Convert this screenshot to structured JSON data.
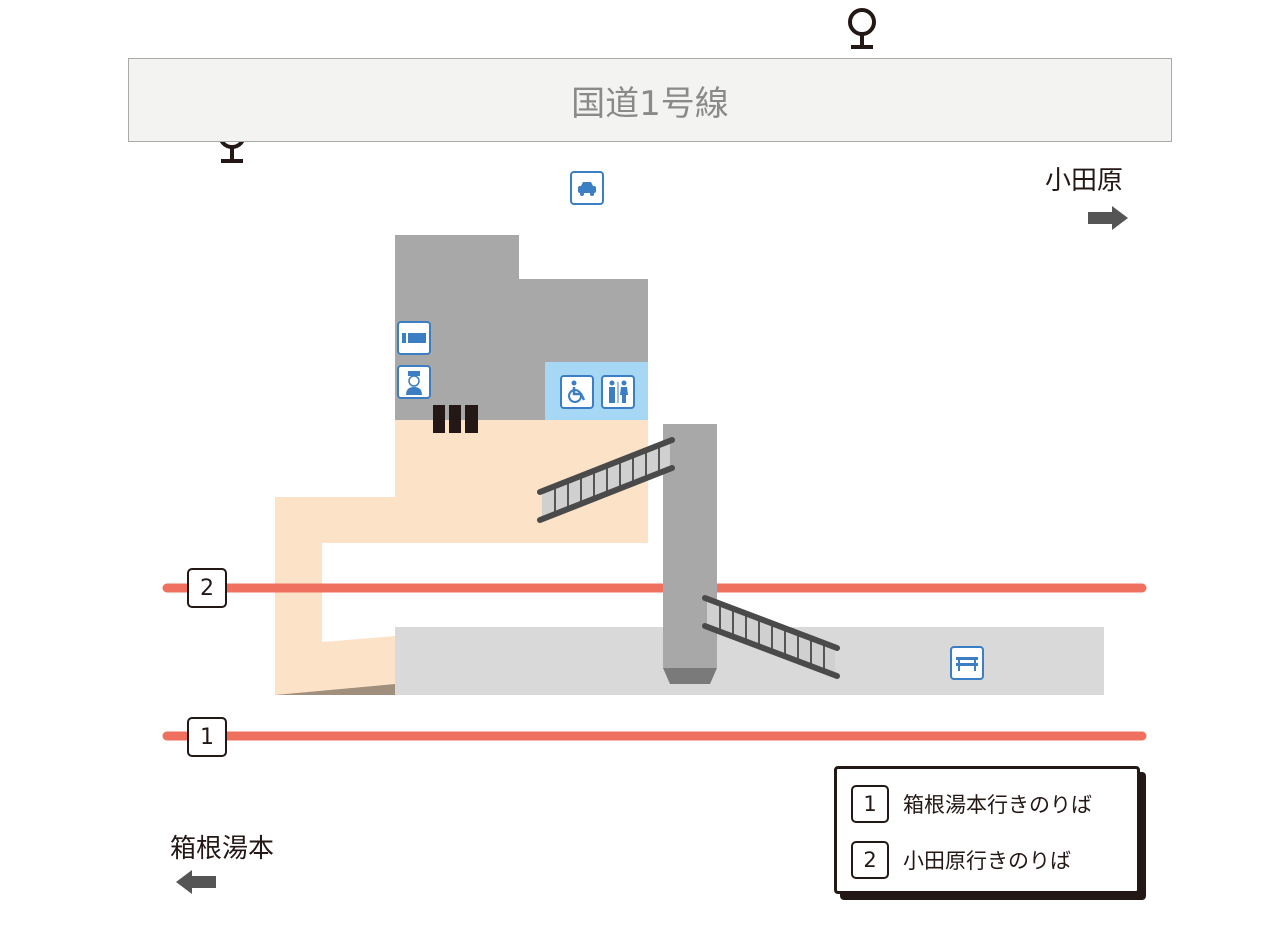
{
  "road": {
    "label": "国道1号線"
  },
  "directions": {
    "east": "小田原",
    "west": "箱根湯本"
  },
  "tracks": [
    {
      "number": "1"
    },
    {
      "number": "2"
    }
  ],
  "legend": [
    {
      "number": "1",
      "label": "箱根湯本行きのりば"
    },
    {
      "number": "2",
      "label": "小田原行きのりば"
    }
  ],
  "icons": [
    "bus-stop-icon",
    "taxi-icon",
    "ticket-machine-icon",
    "station-staff-icon",
    "wheelchair-icon",
    "restroom-icon",
    "ticket-gate-icon",
    "bench-icon",
    "stairs-icon"
  ],
  "colors": {
    "track": "#f07060",
    "building": "#a7a8a7",
    "concourse": "#fce3c7",
    "platform": "#d9d9d9",
    "facility": "#a6d8f5",
    "icon_blue": "#3b7ec4"
  }
}
